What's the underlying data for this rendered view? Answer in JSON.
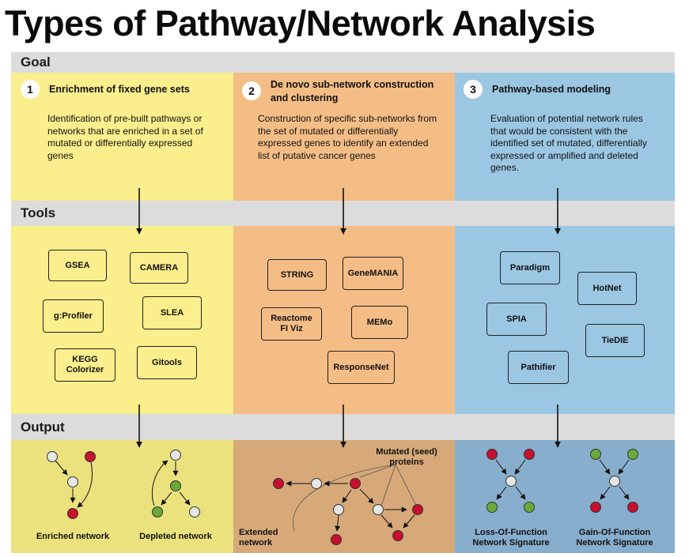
{
  "title": "Types of Pathway/Network Analysis",
  "bands": {
    "goal": "Goal",
    "tools": "Tools",
    "output": "Output"
  },
  "colors": {
    "col1": "#fbee8c",
    "col1_out": "#ebe27e",
    "col2": "#f5bd86",
    "col2_out": "#d7a979",
    "col3": "#9bc7e3",
    "col3_out": "#88aecd",
    "band": "#dcdcdc",
    "node_red": "#c8102e",
    "node_green": "#6aaa3a",
    "node_gray": "#e6e6e6"
  },
  "columns": [
    {
      "number": "1",
      "goal_title": "Enrichment of fixed gene sets",
      "goal_desc": "Identification of pre-built pathways or networks that are enriched in a set of mutated or differentially expressed genes",
      "tools": [
        "GSEA",
        "CAMERA",
        "g:Profiler",
        "SLEA",
        "KEGG\nColorizer",
        "Gitools"
      ],
      "outputs": [
        "Enriched network",
        "Depleted network"
      ]
    },
    {
      "number": "2",
      "goal_title": "De novo sub-network construction and clustering",
      "goal_desc": "Construction of specific sub-networks from the set of mutated or differentially expressed genes to identify an extended list of putative cancer genes",
      "tools": [
        "STRING",
        "GeneMANIA",
        "Reactome\nFI Viz",
        "MEMo",
        "ResponseNet"
      ],
      "outputs": [
        "Extended\nnetwork",
        "Mutated (seed)\nproteins"
      ]
    },
    {
      "number": "3",
      "goal_title": "Pathway-based modeling",
      "goal_desc": "Evaluation of potential network rules that would be consistent with the identified set of mutated, differentially expressed or amplified and deleted genes.",
      "tools": [
        "Paradigm",
        "HotNet",
        "SPIA",
        "TieDIE",
        "Pathifier"
      ],
      "outputs": [
        "Loss-Of-Function\nNetwork Signature",
        "Gain-Of-Function\nNetwork Signature"
      ]
    }
  ]
}
